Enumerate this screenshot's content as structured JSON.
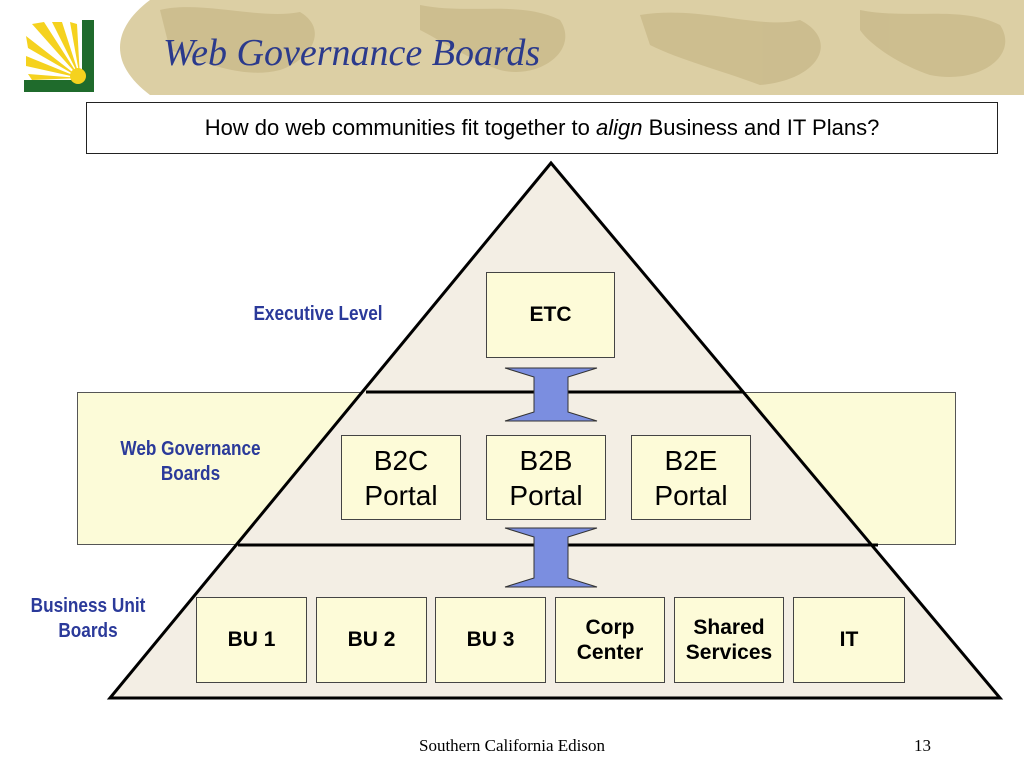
{
  "slide": {
    "title": "Web Governance Boards",
    "question": {
      "before": "How do web communities fit together to ",
      "emphasis": "align",
      "after": " Business and IT Plans?"
    },
    "levels": {
      "executive": "Executive Level",
      "governance": [
        "Web Governance",
        "Boards"
      ],
      "business": [
        "Business Unit",
        "Boards"
      ]
    },
    "executive_box": "ETC",
    "portals": [
      {
        "line1": "B2C",
        "line2": "Portal"
      },
      {
        "line1": "B2B",
        "line2": "Portal"
      },
      {
        "line1": "B2E",
        "line2": "Portal"
      }
    ],
    "business_units": [
      [
        "BU 1"
      ],
      [
        "BU 2"
      ],
      [
        "BU 3"
      ],
      [
        "Corp",
        "Center"
      ],
      [
        "Shared",
        "Services"
      ],
      [
        "IT"
      ]
    ],
    "footer": {
      "organization": "Southern California Edison",
      "page": "13"
    },
    "colors": {
      "header_band": "#d9cca0",
      "pyramid_fill": "#f3eee4",
      "band_fill": "#fcfbd8",
      "box_fill": "#fdfbd8",
      "arrow_fill": "#7b8ee0",
      "label_color": "#2b3a9a",
      "title_color": "#2b3a8c",
      "logo_yellow": "#f5d21e",
      "logo_green": "#1f6b2c"
    }
  }
}
